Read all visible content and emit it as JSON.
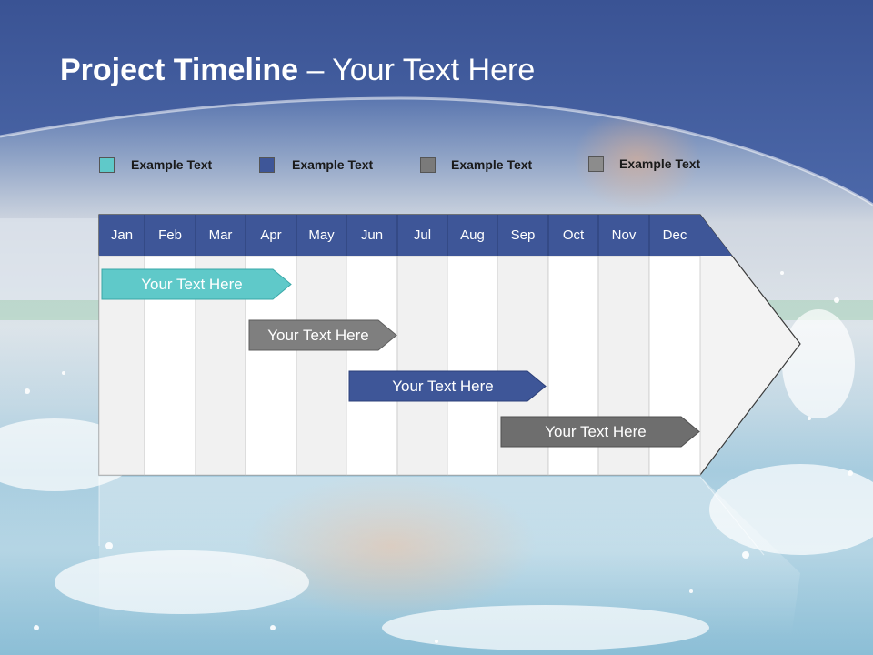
{
  "title": {
    "bold": "Project Timeline",
    "rest": " – Your Text Here"
  },
  "legend": [
    {
      "label": "Example Text",
      "color": "#5fc9c9"
    },
    {
      "label": "Example Text",
      "color": "#3e5698"
    },
    {
      "label": "Example Text",
      "color": "#7a7a7a"
    },
    {
      "label": "Example Text",
      "color": "#8c8c8c"
    }
  ],
  "months": [
    "Jan",
    "Feb",
    "Mar",
    "Apr",
    "May",
    "Jun",
    "Jul",
    "Aug",
    "Sep",
    "Oct",
    "Nov",
    "Dec"
  ],
  "tasks": [
    {
      "label": "Your  Text Here",
      "color": "#5fc9c9",
      "border": "#3aa8a8"
    },
    {
      "label": "Your  Text Here",
      "color": "#7f7f7f",
      "border": "#5e5e5e"
    },
    {
      "label": "Your  Text Here",
      "color": "#3e5698",
      "border": "#2c407a"
    },
    {
      "label": "Your  Text Here",
      "color": "#6e6e6e",
      "border": "#505050"
    }
  ],
  "colors": {
    "header_blue": "#3b5597",
    "month_bar": "#3e5698"
  }
}
